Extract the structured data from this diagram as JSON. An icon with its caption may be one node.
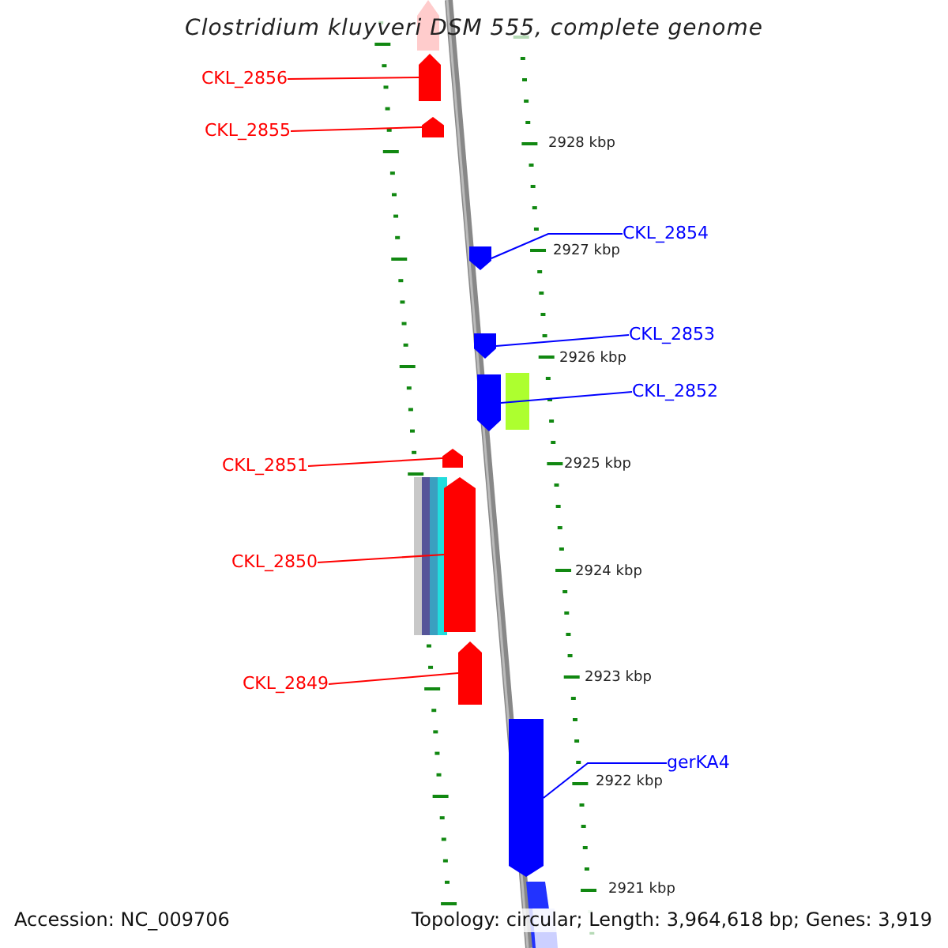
{
  "diagram": {
    "title": "Clostridium kluyveri DSM 555, complete genome",
    "nodes": [
      {
        "text": [
          "CKL_2856"
        ]
      },
      {
        "text": [],
        "shape": "bar"
      },
      {
        "text": [
          "CKL_2855"
        ]
      },
      {
        "text": [],
        "shape": "bar"
      },
      {
        "text": [
          "CKL_2854"
        ]
      },
      {
        "text": [],
        "shape": "bar"
      },
      {
        "text": [
          "CKL_2853"
        ]
      },
      {
        "text": [],
        "shape": "bar"
      },
      {
        "text": [
          "CKL_2852"
        ]
      },
      {
        "text": [],
        "shape": "bar"
      },
      {
        "text": [
          "CKL_2851"
        ]
      },
      {
        "text": [],
        "shape": "bar"
      },
      {
        "text": [
          "CKL_2850"
        ]
      },
      {
        "text": [],
        "shape": "bar"
      },
      {
        "text": [
          "CKL_2849"
        ]
      },
      {
        "text": [],
        "shape": "bar"
      },
      {
        "text": [
          "gerKA4"
        ]
      },
      {
        "text": [],
        "shape": "bar"
      }
    ],
    "edges": [
      {
        "from": 0,
        "to": 1,
        "arrow": "none",
        "color": "#ff0000"
      },
      {
        "from": 2,
        "to": 3,
        "arrow": "none",
        "color": "#ff0000"
      },
      {
        "from": 4,
        "to": 5,
        "arrow": "none",
        "color": "#0000ff"
      },
      {
        "from": 6,
        "to": 7,
        "arrow": "none",
        "color": "#0000ff"
      },
      {
        "from": 8,
        "to": 9,
        "arrow": "none",
        "color": "#0000ff"
      },
      {
        "from": 10,
        "to": 11,
        "arrow": "none",
        "color": "#ff0000"
      },
      {
        "from": 12,
        "to": 13,
        "arrow": "none",
        "color": "#ff0000"
      },
      {
        "from": 14,
        "to": 15,
        "arrow": "none",
        "color": "#ff0000"
      },
      {
        "from": 16,
        "to": 17,
        "arrow": "none",
        "color": "#0000ff"
      }
    ],
    "labels": [
      "2928 kbp",
      "2927 kbp",
      "2926 kbp",
      "2925 kbp",
      "2924 kbp",
      "2923 kbp",
      "2922 kbp",
      "2921 kbp",
      "Accession: NC_009706",
      "Topology: circular; Length: 3,964,618 bp; Genes: 3,919"
    ]
  }
}
